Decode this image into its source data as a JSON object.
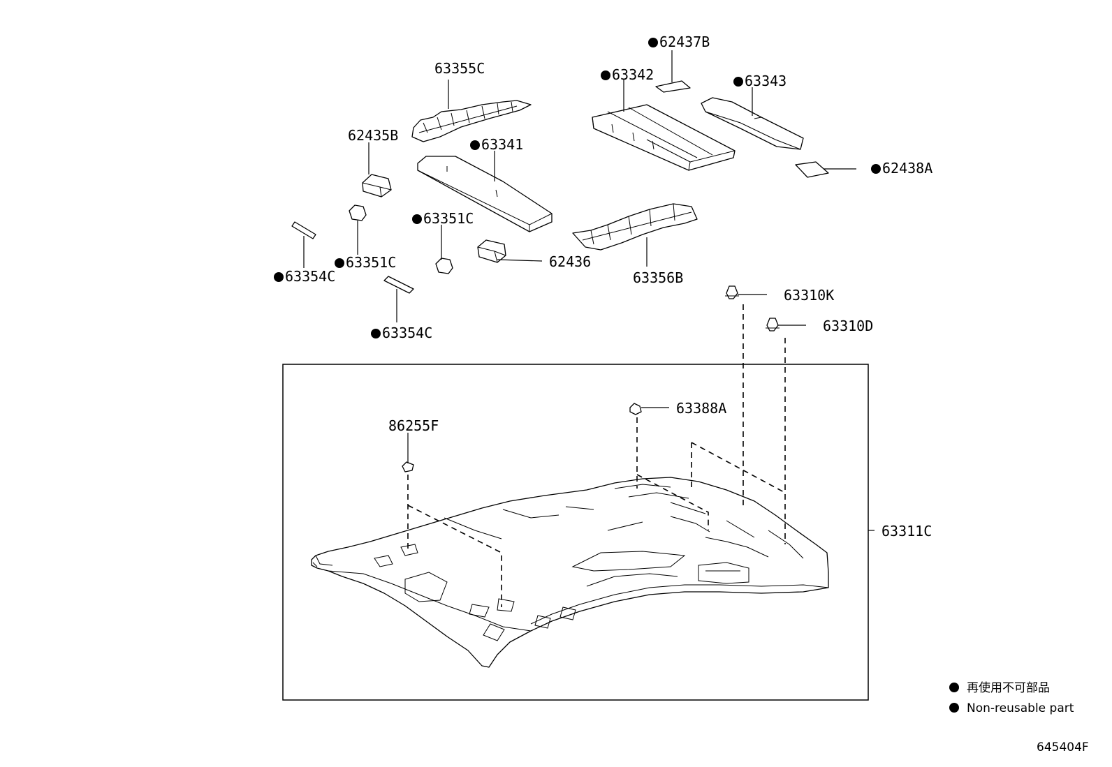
{
  "diagram_id": "645404F",
  "parts": [
    {
      "number": "62437B",
      "non_reusable": true
    },
    {
      "number": "63355C",
      "non_reusable": false
    },
    {
      "number": "63342",
      "non_reusable": true
    },
    {
      "number": "63343",
      "non_reusable": true
    },
    {
      "number": "62435B",
      "non_reusable": false
    },
    {
      "number": "63341",
      "non_reusable": true
    },
    {
      "number": "62438A",
      "non_reusable": true
    },
    {
      "number": "63351C",
      "non_reusable": true
    },
    {
      "number": "63351C",
      "non_reusable": true
    },
    {
      "number": "63354C",
      "non_reusable": true
    },
    {
      "number": "62436",
      "non_reusable": false
    },
    {
      "number": "63356B",
      "non_reusable": false
    },
    {
      "number": "63354C",
      "non_reusable": true
    },
    {
      "number": "63310K",
      "non_reusable": false
    },
    {
      "number": "63310D",
      "non_reusable": false
    },
    {
      "number": "63388A",
      "non_reusable": false
    },
    {
      "number": "86255F",
      "non_reusable": false
    },
    {
      "number": "63311C",
      "non_reusable": false
    }
  ],
  "legend": {
    "japanese": "再使用不可部品",
    "english": "Non-reusable part"
  }
}
